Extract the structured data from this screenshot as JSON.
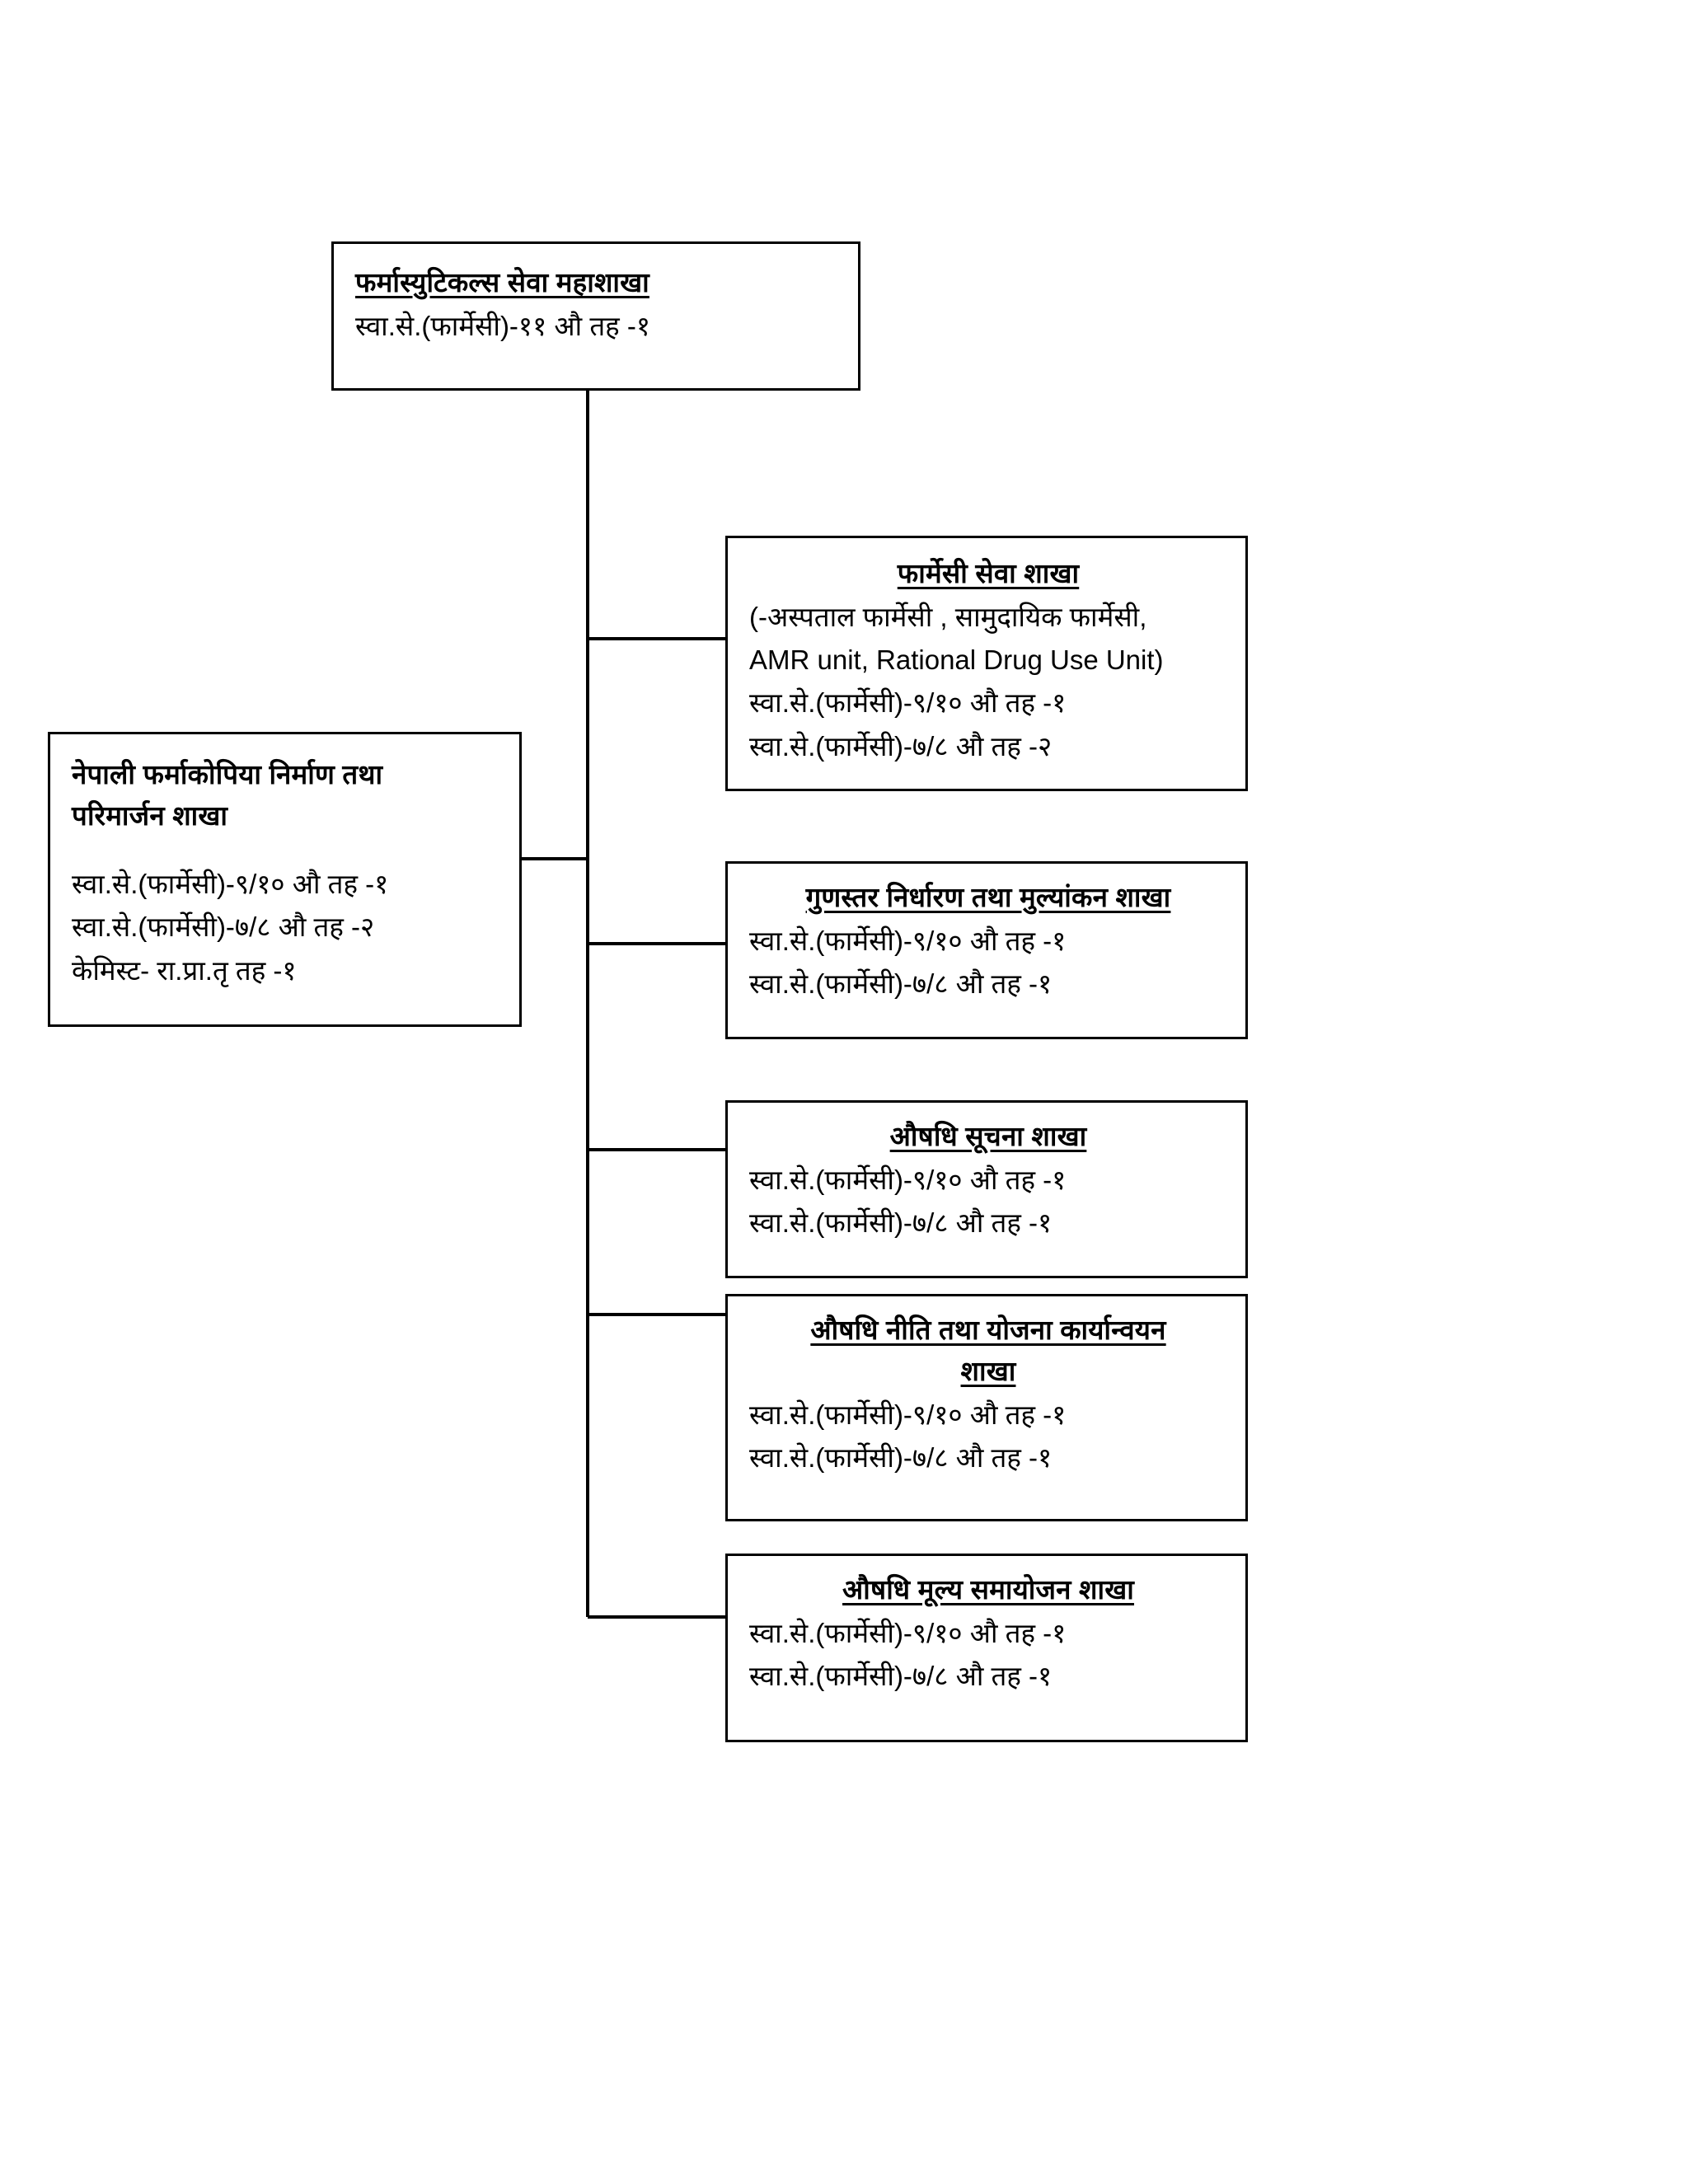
{
  "diagram": {
    "type": "organizational-chart",
    "title_node": {
      "name": "pharmaceuticals-service-division",
      "title": "फर्मास्युटिकल्स सेवा महाशाखा",
      "underline": true,
      "lines": [
        "स्वा.से.(फार्मेसी)-११ औ तह -१"
      ]
    },
    "side_node": {
      "name": "nepali-pharmacopoeia-section",
      "title": "नेपाली फर्माकोपिया निर्माण तथा\nपरिमार्जन शाखा",
      "underline": false,
      "lines": [
        "स्वा.से.(फार्मेसी)-९/१० औ तह -१",
        "स्वा.से.(फार्मेसी)-७/८ औ तह -२",
        "केमिस्ट- रा.प्रा.तृ तह -१"
      ]
    },
    "child_nodes": [
      {
        "name": "pharmacy-service-section",
        "title": "फार्मेसी सेवा शाखा",
        "underline": true,
        "lines": [
          "(-अस्पताल फार्मेसी , सामुदायिक फार्मेसी,",
          "AMR unit, Rational Drug Use Unit)",
          "स्वा.से.(फार्मेसी)-९/१० औ तह -१",
          "स्वा.से.(फार्मेसी)-७/८ औ तह -२"
        ]
      },
      {
        "name": "quality-assurance-evaluation-section",
        "title": "गुणस्तर निर्धारण तथा मुल्यांकन शाखा",
        "underline": true,
        "lines": [
          "स्वा.से.(फार्मेसी)-९/१० औ तह -१",
          "स्वा.से.(फार्मेसी)-७/८ औ तह -१"
        ]
      },
      {
        "name": "drug-information-section",
        "title": "औषधि सूचना शाखा",
        "underline": true,
        "lines": [
          "स्वा.से.(फार्मेसी)-९/१० औ तह -१",
          "स्वा.से.(फार्मेसी)-७/८ औ तह -१"
        ]
      },
      {
        "name": "drug-policy-plan-implementation-section",
        "title": "औषधि नीति तथा योजना कार्यान्वयन\nशाखा",
        "underline": true,
        "lines": [
          "स्वा.से.(फार्मेसी)-९/१० औ तह -१",
          "स्वा.से.(फार्मेसी)-७/८ औ तह -१"
        ]
      },
      {
        "name": "drug-price-adjustment-section",
        "title": "औषधि मूल्य समायोजन शाखा",
        "underline": true,
        "lines": [
          "स्वा.से.(फार्मेसी)-९/१० औ तह -१",
          "स्वा.से.(फार्मेसी)-७/८ औ तह -१"
        ]
      }
    ],
    "colors": {
      "stroke": "#000000",
      "fill": "#ffffff",
      "text": "#000000"
    }
  }
}
